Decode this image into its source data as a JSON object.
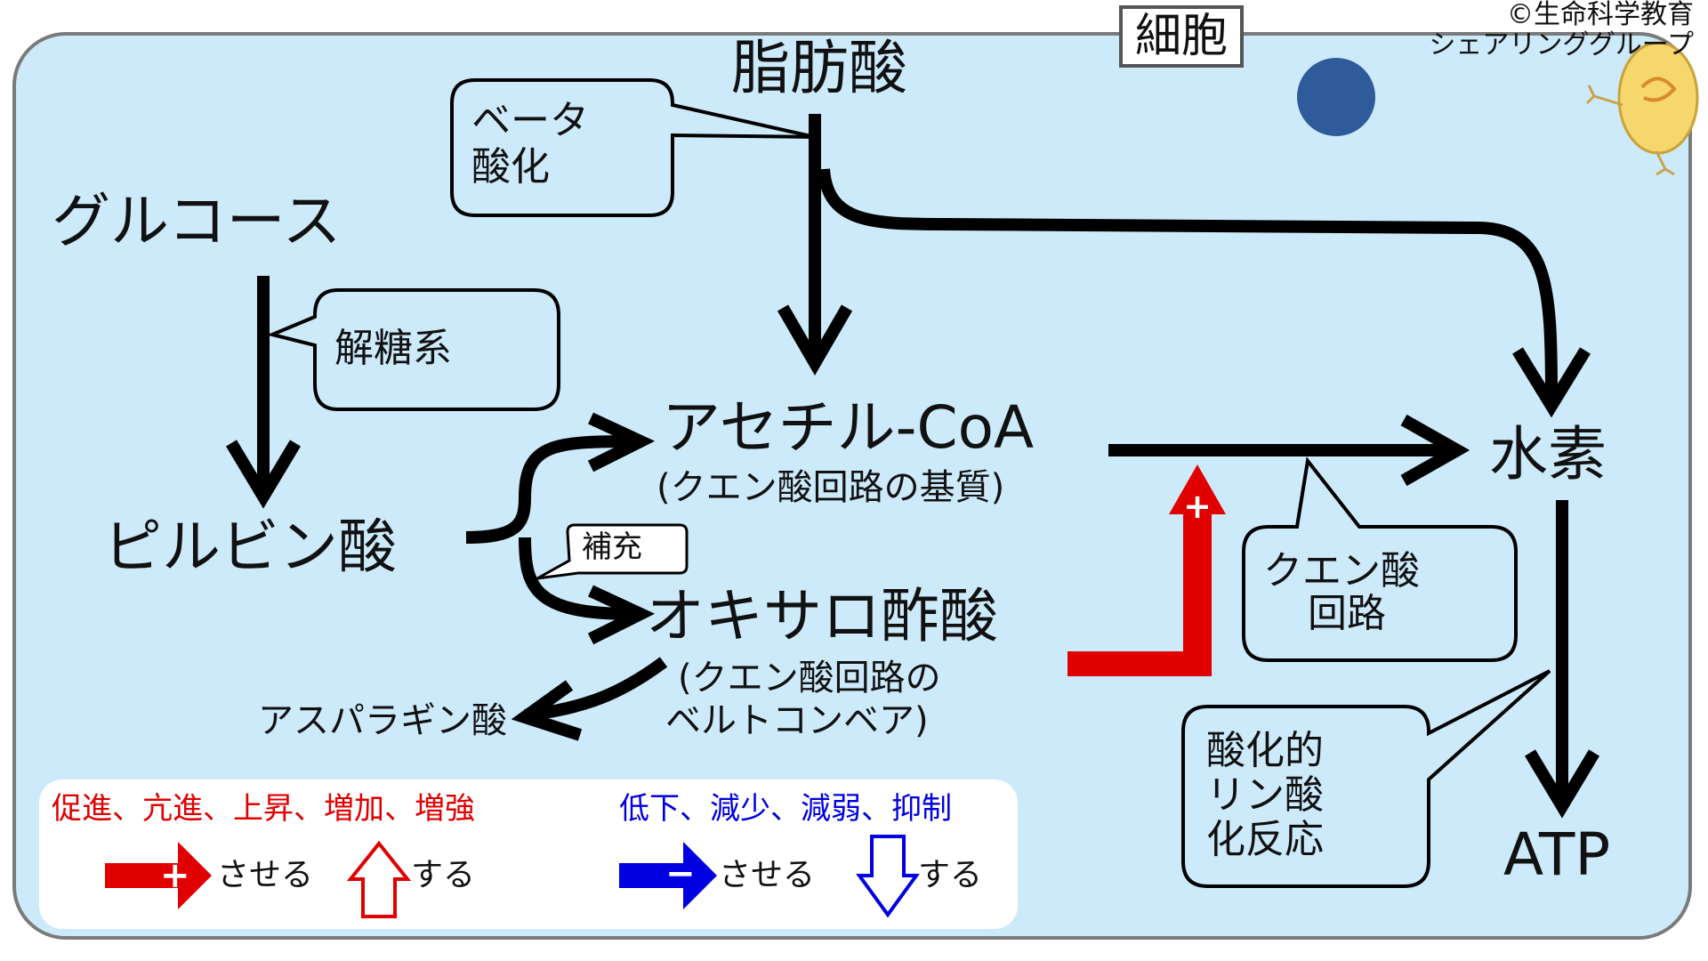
{
  "header": {
    "title": "細胞",
    "copyright_line1": "©生命科学教育",
    "copyright_line2": "シェアリンググループ"
  },
  "nodes": {
    "fatty_acid": "脂肪酸",
    "glucose": "グルコース",
    "pyruvate": "ピルビン酸",
    "acetyl_coa": "アセチル-CoA",
    "acetyl_coa_note": "(クエン酸回路の基質)",
    "oxaloacetate": "オキサロ酢酸",
    "oxaloacetate_note_line1": "(クエン酸回路の",
    "oxaloacetate_note_line2": "ベルトコンベア)",
    "aspartate": "アスパラギン酸",
    "hydrogen": "水素",
    "atp": "ATP"
  },
  "callouts": {
    "beta_oxidation_line1": "ベータ",
    "beta_oxidation_line2": "酸化",
    "glycolysis": "解糖系",
    "anaplerosis": "補充",
    "citric_cycle_line1": "クエン酸",
    "citric_cycle_line2": "回路",
    "oxphos_line1": "酸化的",
    "oxphos_line2": "リン酸",
    "oxphos_line3": "化反応"
  },
  "legend": {
    "positive_terms": "促進、亢進、上昇、増加、増強",
    "negative_terms": "低下、減少、減弱、抑制",
    "positive_make": "させる",
    "positive_do": "する",
    "negative_make": "させる",
    "negative_do": "する",
    "plus_sign": "+",
    "minus_sign": "−"
  },
  "colors": {
    "cell_fill": "#cdeafa",
    "promote": "#e00000",
    "suppress": "#0000e0",
    "arrow": "#000000",
    "dot": "#2f5b9a"
  }
}
